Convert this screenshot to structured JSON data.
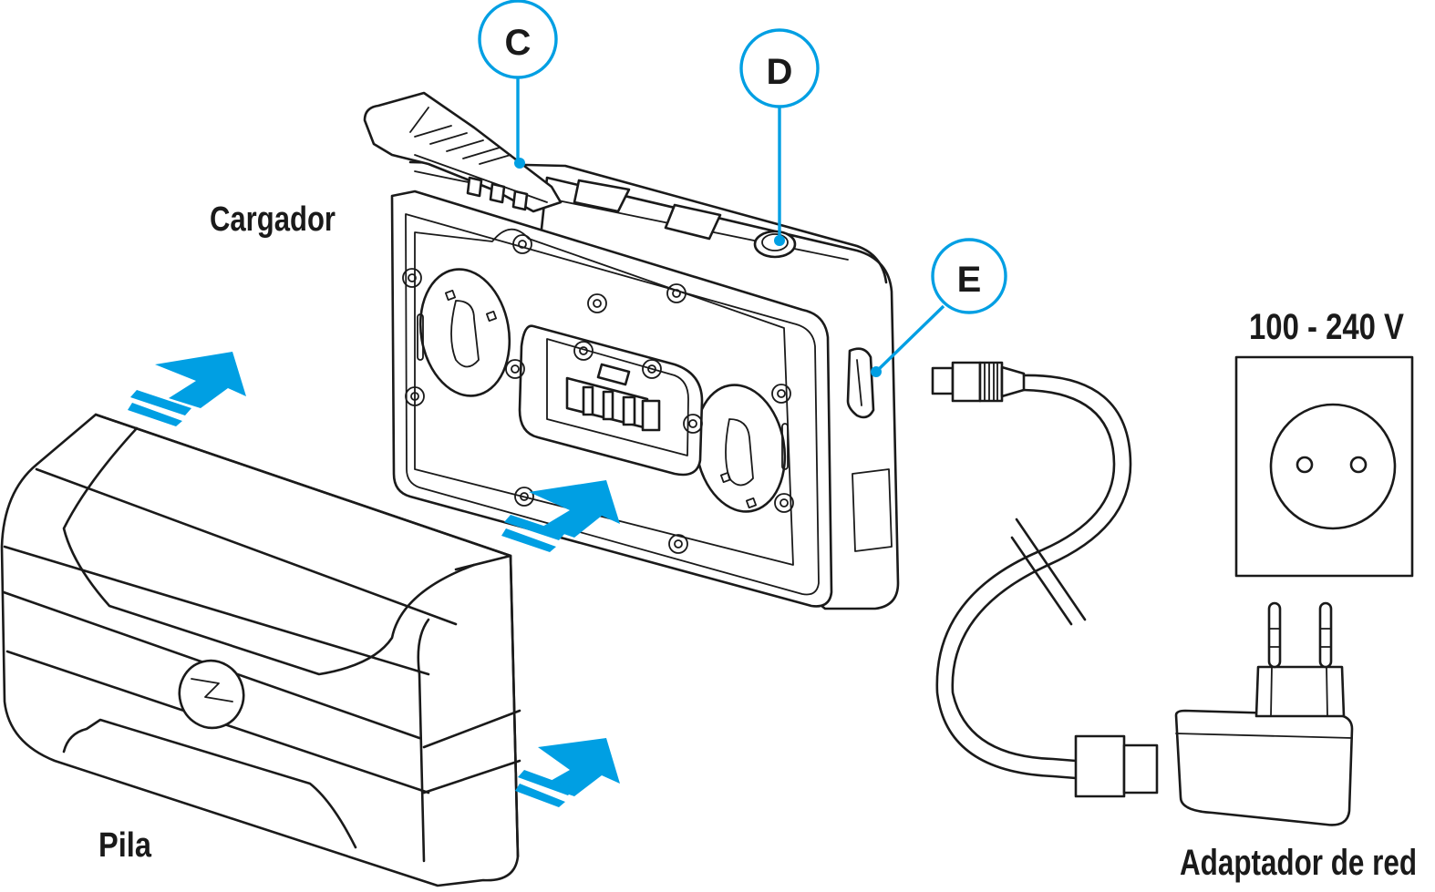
{
  "title": "Battery and charger connection diagram",
  "colors": {
    "accent": "#009fe3",
    "line": "#1a1a1a",
    "background": "#ffffff"
  },
  "labels": {
    "charger": "Cargador",
    "battery": "Pila",
    "voltage": "100 - 240 V",
    "adapter": "Adaptador de red"
  },
  "callouts": [
    {
      "letter": "C",
      "target": "battery-latch"
    },
    {
      "letter": "D",
      "target": "indicator-button"
    },
    {
      "letter": "E",
      "target": "usb-port"
    }
  ],
  "arrows": [
    {
      "name": "insert-arrow-top",
      "direction": "up-right"
    },
    {
      "name": "insert-arrow-middle",
      "direction": "up-right"
    },
    {
      "name": "insert-arrow-bottom",
      "direction": "up-right"
    }
  ]
}
